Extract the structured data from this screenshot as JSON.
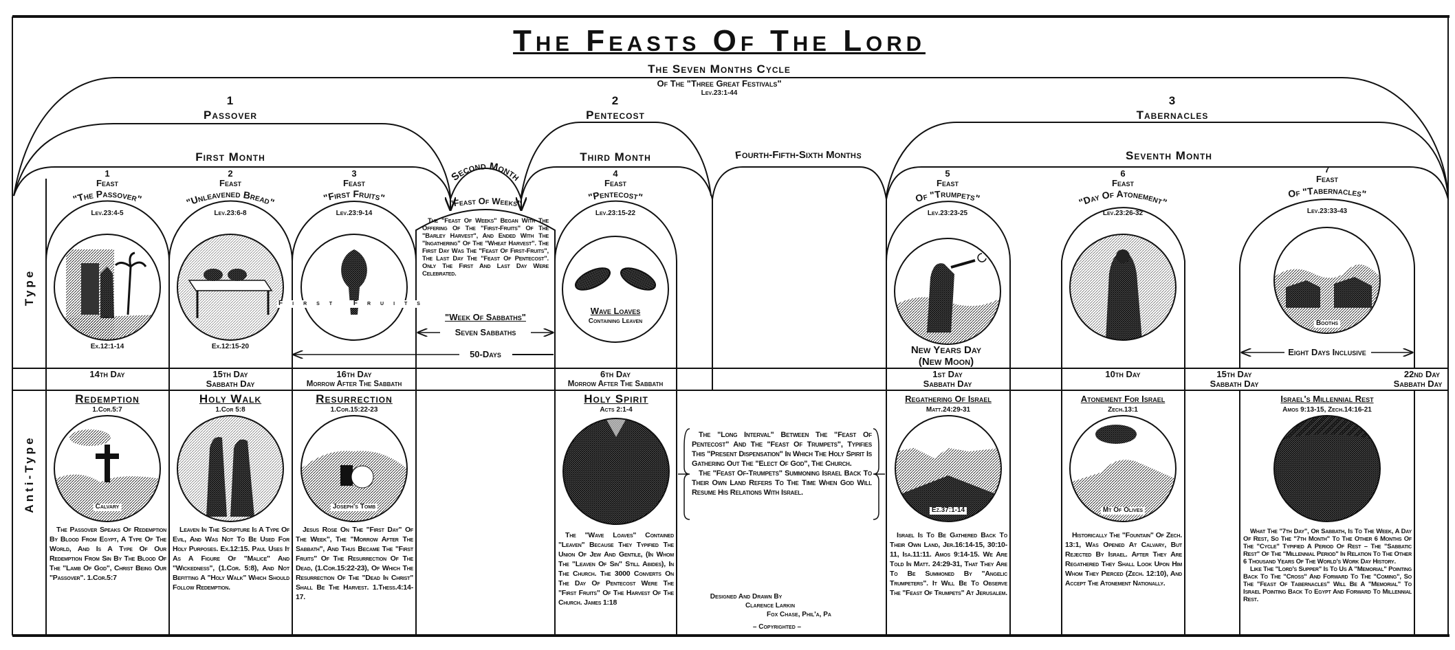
{
  "title": "The Feasts Of The Lord",
  "subtitle": {
    "line1": "The Seven Months Cycle",
    "line2": "Of The \"Three Great Festivals\"",
    "ref": "Lev.23:1-44"
  },
  "festivals": [
    {
      "number": "1",
      "name": "Passover"
    },
    {
      "number": "2",
      "name": "Pentecost"
    },
    {
      "number": "3",
      "name": "Tabernacles"
    }
  ],
  "months": {
    "first": "First Month",
    "second": "Second Month",
    "third": "Third Month",
    "middle": "Fourth-Fifth-Sixth Months",
    "seventh": "Seventh Month"
  },
  "row_labels": {
    "type": "Type",
    "antitype": "Anti-Type"
  },
  "feasts": [
    {
      "number": "1",
      "label": "Feast",
      "name": "\"The Passover\"",
      "ref": "Lev.23:4-5",
      "below": "Ex.12:1-14",
      "day": [
        "14th Day"
      ],
      "antitype": {
        "title": "Redemption",
        "ref": "1.Cor.5:7",
        "image_label": "Calvary",
        "text": "The Passover Speaks Of Redemption By Blood From Egypt, A Type Of The World, And Is A Type Of Our Redemption From Sin By The Blood Of The \"Lamb Of God\", Christ Being Our \"Passover\". 1.Cor.5:7"
      }
    },
    {
      "number": "2",
      "label": "Feast",
      "name": "\"Unleavened Bread\"",
      "ref": "Lev.23:6-8",
      "below": "Ex.12:15-20",
      "day": [
        "15th Day",
        "Sabbath Day"
      ],
      "antitype": {
        "title": "Holy Walk",
        "ref": "1.Cor 5:8",
        "text": "Leaven In The Scripture Is A Type Of Evil, And Was Not To Be Used For Holy Purposes. Ex.12:15. Paul Uses It As A Figure Of \"Malice\" And \"Wickedness\", (1.Cor. 5:8), And Not Befitting A \"Holy Walk\" Which Should Follow Redemption."
      }
    },
    {
      "number": "3",
      "label": "Feast",
      "name": "\"First Fruits\"",
      "ref": "Lev.23:9-14",
      "image_label": "First Fruits",
      "day": [
        "16th Day",
        "Morrow After The Sabbath"
      ],
      "antitype": {
        "title": "Resurrection",
        "ref": "1.Cor.15:22-23",
        "image_label": "Joseph's Tomb",
        "text": "Jesus Rose On The \"First Day\" Of The Week\", The \"Morrow After The Sabbath\", And Thus Became The \"First Fruits\" Of The Resurrection Of The Dead, (1.Cor.15:22-23), Of Which The Resurrection Of The \"Dead In Christ\" Shall Be The Harvest. 1.Thess.4:14-17."
      }
    },
    {
      "number": "4",
      "label": "Feast",
      "name": "\"Pentecost\"",
      "ref": "Lev.23:15-22",
      "image_label": "Wave Loaves",
      "image_sublabel": "Containing Leaven",
      "day": [
        "6th Day",
        "Morrow After The Sabbath"
      ],
      "antitype": {
        "title": "Holy Spirit",
        "ref": "Acts 2:1-4",
        "text": "The \"Wave Loaves\" Contained \"Leaven\" Because They Typified The Union Of Jew And Gentile, (In Whom The \"Leaven Of Sin\" Still Abides), In The Church. The 3000 Converts On The Day Of Pentecost Were The \"First Fruits\" Of The Harvest Of The Church. James 1:18"
      }
    },
    {
      "number": "5",
      "label": "Feast",
      "name": "Of \"Trumpets\"",
      "ref": "Lev.23:23-25",
      "below": [
        "New Years Day",
        "(New Moon)"
      ],
      "day": [
        "1st Day",
        "Sabbath Day"
      ],
      "antitype": {
        "title": "Regathering Of Israel",
        "ref": "Matt.24:29-31",
        "image_label": "Ez.37:1-14",
        "text": "Israel Is To Be Gathered Back To Their Own Land, Jer.16:14-15, 30:10-11, Isa.11:11. Amos 9:14-15. We Are Told In Matt. 24:29-31, That They Are To Be Summoned By \"Angelic Trumpeters\". It Will Be To Observe The \"Feast Of Trumpets\" At Jerusalem."
      }
    },
    {
      "number": "6",
      "label": "Feast",
      "name": "\"Day Of Atonement\"",
      "ref": "Lev.23:26-32",
      "day": [
        "10th Day"
      ],
      "antitype": {
        "title": "Atonement For Israel",
        "ref": "Zech.13:1",
        "image_label": "Mt Of Olives",
        "text": "Historically The \"Fountain\" Of Zech. 13:1, Was Opened At Calvary, But Rejected By Israel. After They Are Regathered They Shall Look Upon Him Whom They Pierced (Zech. 12:10), And Accept The Atonement Nationally."
      }
    },
    {
      "number": "7",
      "label": "Feast",
      "name": "Of \"Tabernacles\"",
      "ref": "Lev.23:33-43",
      "image_label": "Booths",
      "below": "Eight Days Inclusive",
      "day_first": [
        "15th Day",
        "Sabbath Day"
      ],
      "day_last": [
        "22nd Day",
        "Sabbath Day"
      ],
      "antitype": {
        "title": "Israel's Millennial Rest",
        "ref": "Amos 9:13-15, Zech.14:16-21",
        "text": "What The \"7th Day\", Or Sabbath, Is To The Week, A Day Of Rest, So The \"7th Month\" To The Other 6 Months Of The \"Cycle\" Typified A Period Of Rest – The \"Sabbatic Rest\" Of The \"Millennial Period\" In Relation To The Other 6 Thousand Years Of The World's Work Day History.",
        "text2": "Like The \"Lord's Supper\" Is To Us A \"Memorial\" Pointing Back To The \"Cross\" And Forward To The \"Coming\", So The \"Feast Of Tabernacles\" Will Be A \"Memorial\" To Israel Pointing Back To Egypt And Forward To Millennial Rest."
      }
    }
  ],
  "weeks": {
    "label": "\"Feast Of Weeks\"",
    "text": "The \"Feast Of Weeks\" Began With The Offering Of The \"First-Fruits\" Of The \"Barley Harvest\", And Ended With The \"Ingathering\" Of The \"Wheat Harvest\". The First Day Was The \"Feast Of First-Fruits\", The Last Day The \"Feast Of Pentecost\". Only The First And Last Day Were Celebrated.",
    "week_of_sabbaths": "\"Week Of Sabbaths\"",
    "seven_sabbaths": "Seven Sabbaths",
    "fifty_days": "50-Days"
  },
  "interval": {
    "p1": "The \"Long Interval\" Between The \"Feast Of Pentecost\" And The \"Feast Of Trumpets\", Typifies This \"Present Dispensation\" In Which The Holy Spirit Is Gathering Out The \"Elect Of God\", The Church.",
    "p2": "The \"Feast Of-Trumpets\" Summoning Israel Back To Their Own Land Refers To The Time When God Will Resume His Relations With Israel."
  },
  "credits": [
    "Designed And Drawn By",
    "Clarence Larkin",
    "Fox Chase, Phil'a, Pa",
    "– Copyrighted –"
  ]
}
